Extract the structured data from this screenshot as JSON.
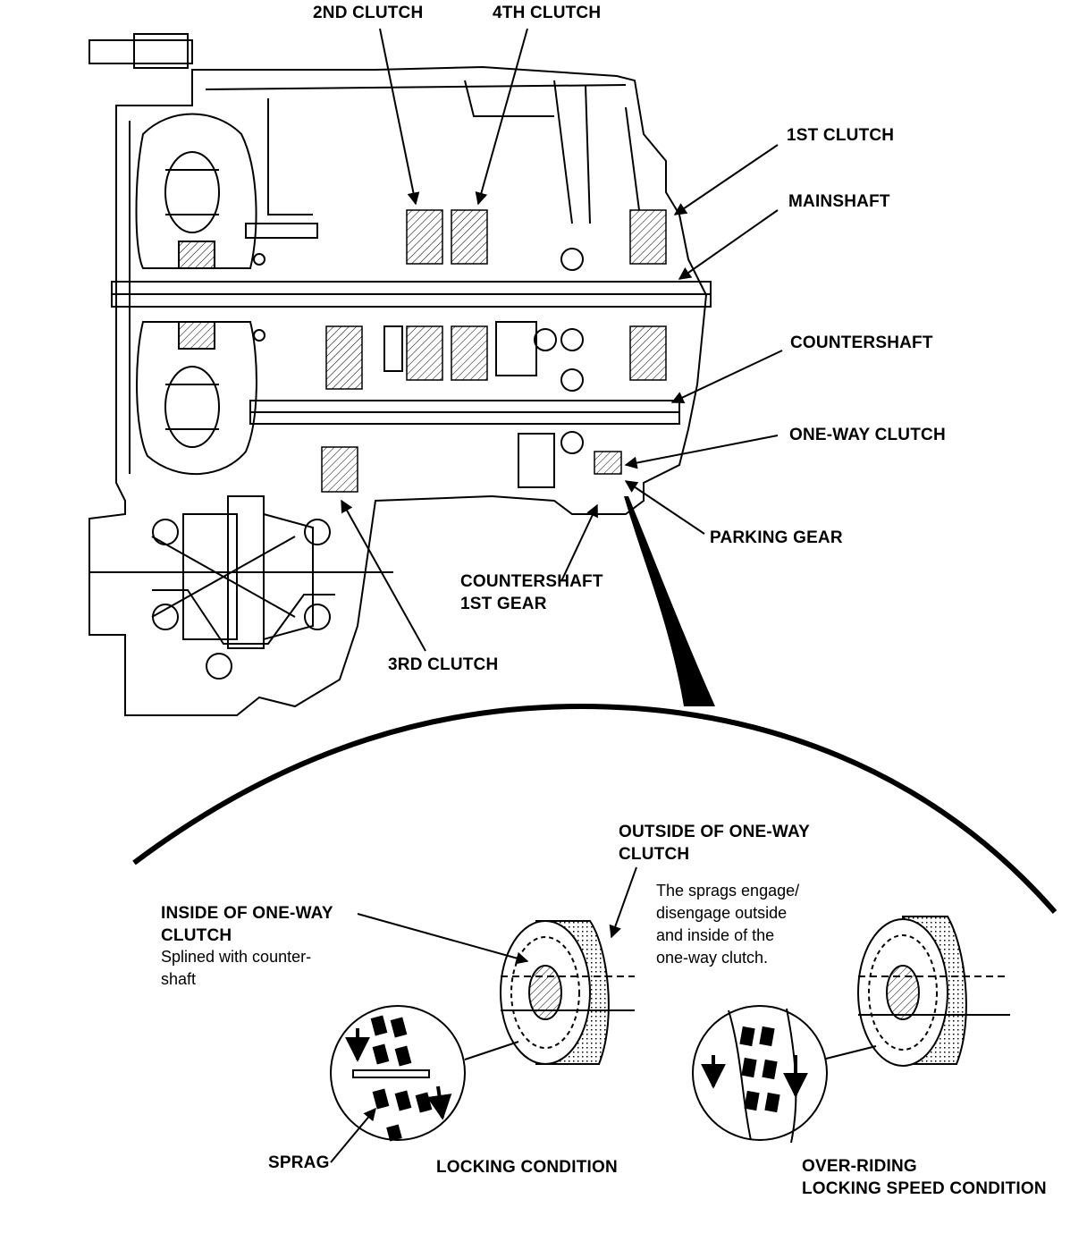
{
  "labels": {
    "clutch_2nd": "2ND CLUTCH",
    "clutch_4th": "4TH CLUTCH",
    "clutch_1st": "1ST CLUTCH",
    "mainshaft": "MAINSHAFT",
    "countershaft": "COUNTERSHAFT",
    "one_way_clutch": "ONE-WAY CLUTCH",
    "parking_gear": "PARKING GEAR",
    "countershaft_1st_gear": [
      "COUNTERSHAFT",
      "1ST GEAR"
    ],
    "clutch_3rd": "3RD CLUTCH",
    "outside_one_way_clutch": [
      "OUTSIDE OF ONE-WAY",
      "CLUTCH"
    ],
    "inside_one_way_clutch": [
      "INSIDE OF ONE-WAY",
      "CLUTCH"
    ],
    "sprag": "SPRAG",
    "locking_condition": "LOCKING CONDITION",
    "over_riding": [
      "OVER-RIDING",
      "LOCKING SPEED CONDITION"
    ]
  },
  "notes": {
    "inside_desc": [
      "Splined with counter-",
      "shaft"
    ],
    "sprags_desc": [
      "The sprags engage/",
      "disengage outside",
      "and inside of the",
      "one-way clutch."
    ]
  },
  "colors": {
    "ink": "#000000",
    "paper": "#ffffff"
  }
}
